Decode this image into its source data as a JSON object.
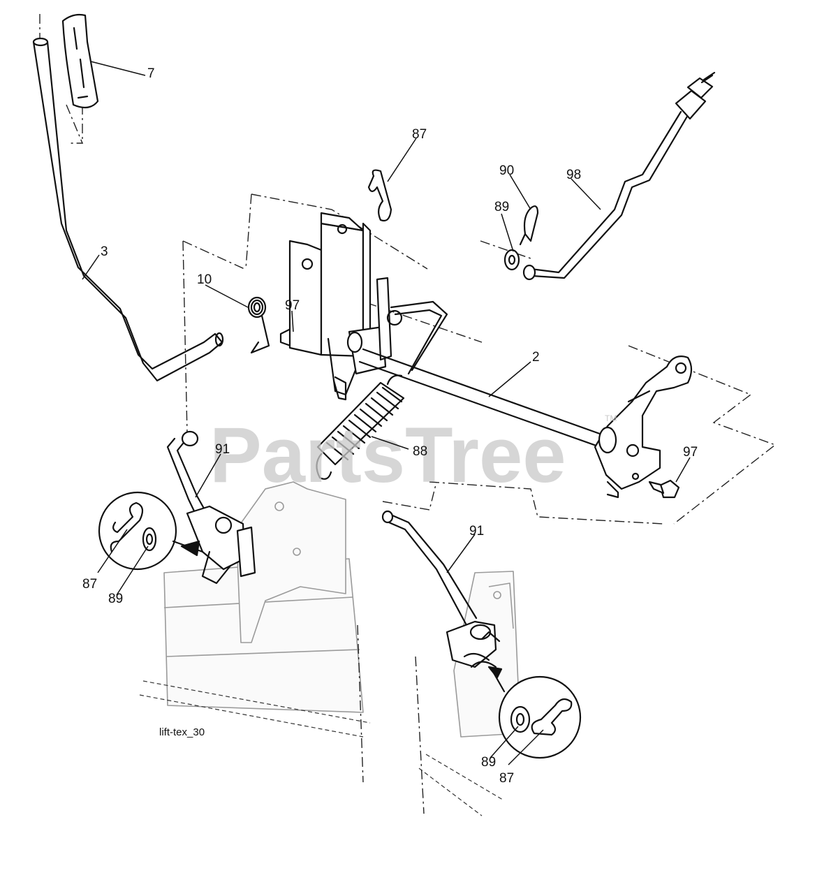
{
  "diagram": {
    "drawing_id": "lift-tex_30",
    "watermark": "PartsTree",
    "watermark_mark": "TM",
    "callouts": {
      "handle_grip": "7",
      "lift_lever": "3",
      "clip_top": "87",
      "torsion_spring": "10",
      "bolt_left": "97",
      "washer_right": "89",
      "clip_right": "90",
      "rod_right": "98",
      "lift_shaft": "2",
      "extension_spring": "88",
      "bolt_right": "97",
      "link_left": "91",
      "link_right": "91",
      "inset_left_clip": "87",
      "inset_left_washer": "89",
      "inset_right_washer": "89",
      "inset_right_clip": "87"
    }
  }
}
